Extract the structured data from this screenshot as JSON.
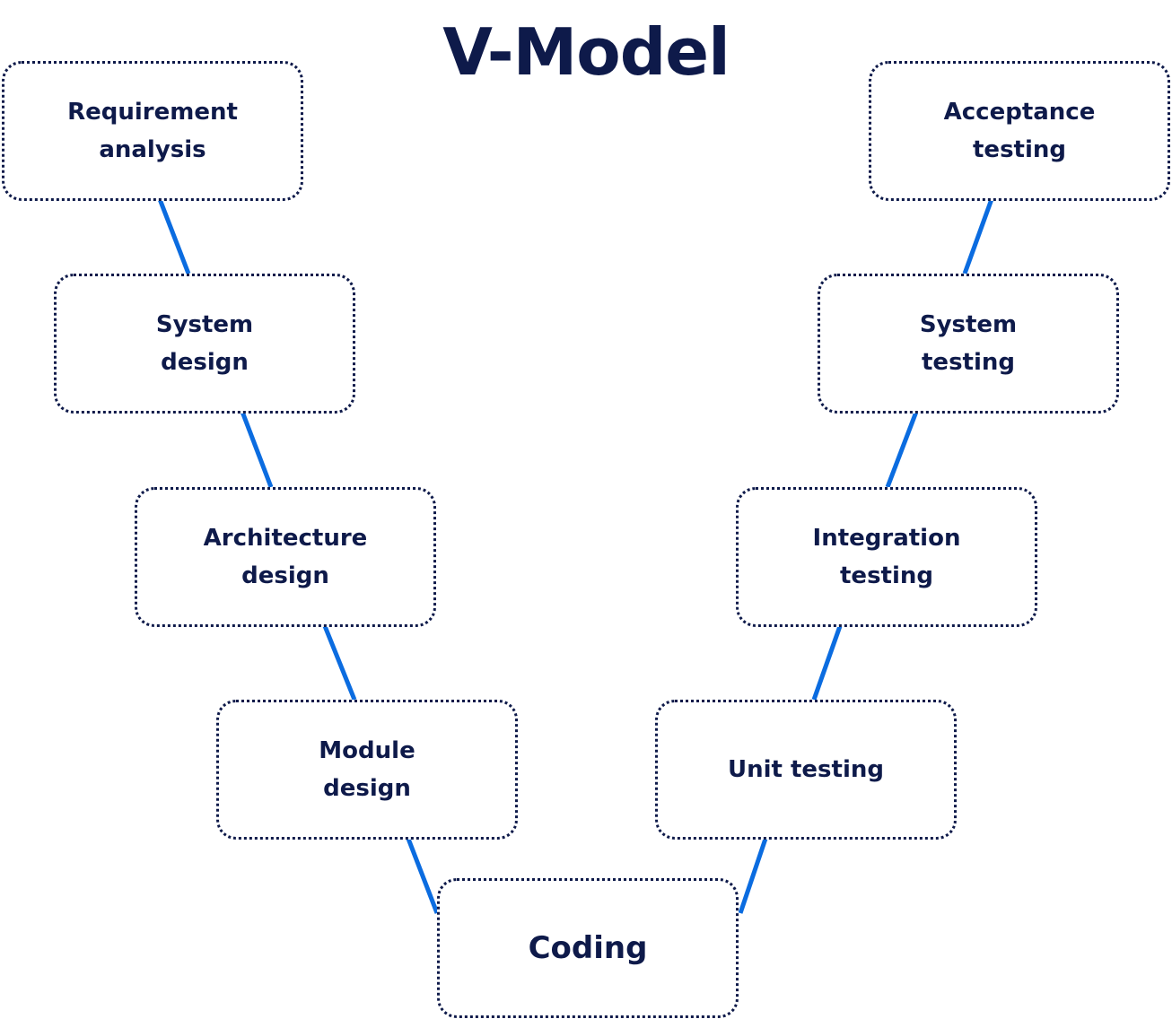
{
  "title": "V-Model",
  "stages": {
    "requirement_analysis": "Requirement analysis",
    "system_design": "System design",
    "architecture_design": "Architecture design",
    "module_design": "Module design",
    "coding": "Coding",
    "unit_testing": "Unit testing",
    "integration_testing": "Integration testing",
    "system_testing": "System testing",
    "acceptance_testing": "Acceptance testing"
  },
  "colors": {
    "text": "#0e1a4a",
    "connector": "#0b6ce0",
    "border": "#0e1a4a",
    "background": "#ffffff"
  }
}
